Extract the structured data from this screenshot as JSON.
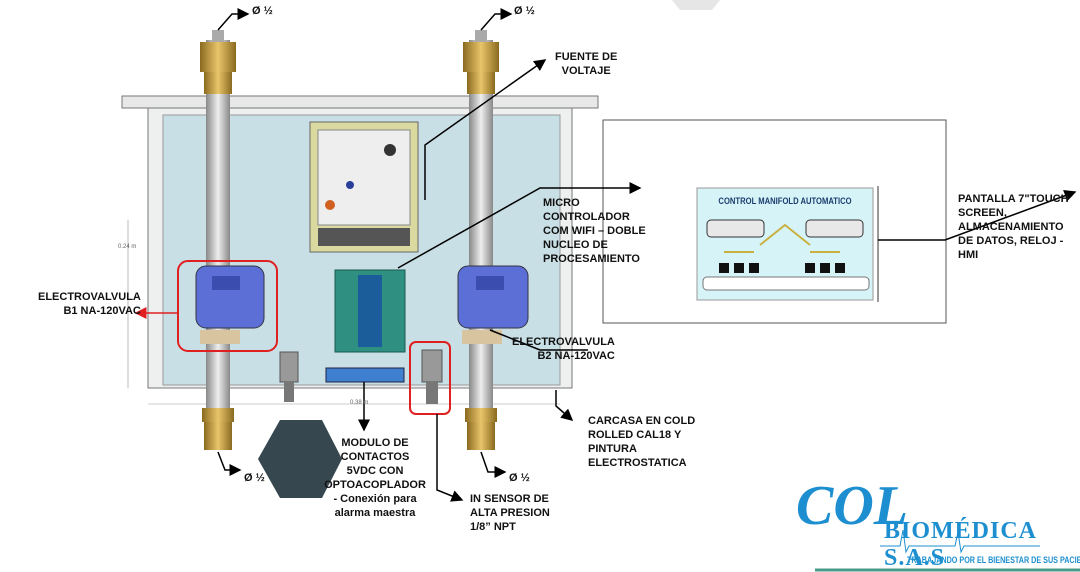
{
  "labels": {
    "pipe_top_left": "Ø ½",
    "pipe_top_right": "Ø ½",
    "pipe_bottom_left": "Ø ½",
    "pipe_bottom_right": "Ø ½",
    "power_supply": "FUENTE DE\nVOLTAJE",
    "microcontroller": "MICRO\nCONTROLADOR\nCOM WIFI – DOBLE\nNUCLEO DE\nPROCESAMIENTO",
    "display": "PANTALLA 7\"TOUCH\nSCREEN,\nALMACENAMIENTO\nDE DATOS, RELOJ -\nHMI",
    "valve_b1": "ELECTROVALVULA\nB1 NA-120VAC",
    "valve_b2": "ELECTROVALVULA\nB2 NA-120VAC",
    "housing": "CARCASA EN COLD\nROLLED CAL18 Y\nPINTURA\nELECTROSTATICA",
    "contacts_module": "MODULO DE\nCONTACTOS\n5VDC CON\nOPTOACOPLADOR",
    "contacts_module_note": "- Conexión para\nalarma maestra",
    "pressure_sensor": "IN SENSOR DE\nALTA PRESION\n1/8” NPT",
    "dim_height": "0.24 m",
    "dim_width": "0.38 m"
  },
  "hmi": {
    "title": "CONTROL MANIFOLD AUTOMATICO"
  },
  "logo": {
    "brand": "COL",
    "brand_rest": "BIOMÉDICA S.A.S",
    "tagline": "TRABAJANDO POR EL BIENESTAR DE SUS PACIENTES"
  },
  "colors": {
    "panel": "#c9dfe6",
    "valve": "#5b6fd6",
    "brass": "#c9a24a",
    "highlight": "#e02020",
    "brand": "#1d8fd0",
    "hexagon": "#37474f"
  }
}
